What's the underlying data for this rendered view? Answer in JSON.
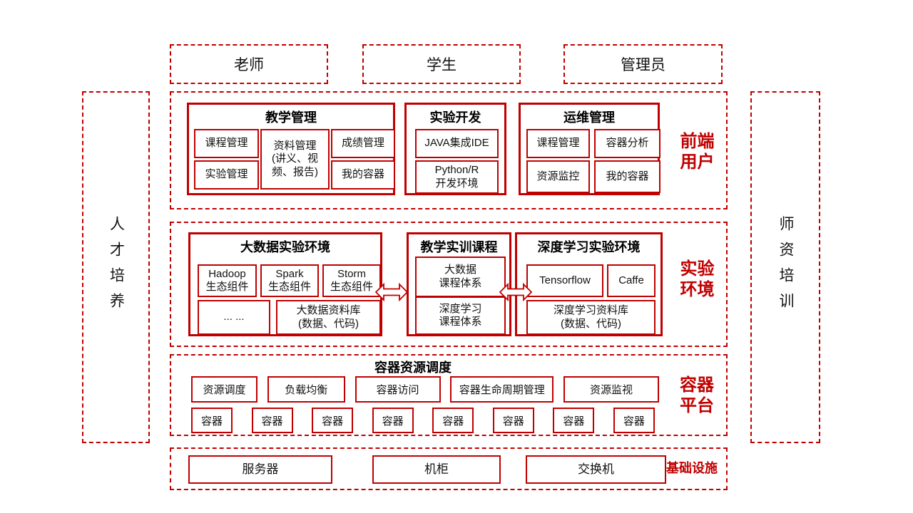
{
  "colors": {
    "accent": "#C00000",
    "text": "#111111"
  },
  "actors": {
    "teacher": "老师",
    "student": "学生",
    "admin": "管理员"
  },
  "side": {
    "left": "人才培养",
    "right": "师资培训"
  },
  "frontend": {
    "label": "前端\n用户",
    "teaching": {
      "title": "教学管理",
      "course": "课程管理",
      "material": "资料管理\n(讲义、视\n频、报告)",
      "grade": "成绩管理",
      "experiment": "实验管理",
      "my_container": "我的容器"
    },
    "dev": {
      "title": "实验开发",
      "java_ide": "JAVA集成IDE",
      "python_env": "Python/R\n开发环境"
    },
    "ops": {
      "title": "运维管理",
      "course": "课程管理",
      "container_analysis": "容器分析",
      "resource_monitor": "资源监控",
      "my_container": "我的容器"
    }
  },
  "lab": {
    "label": "实验\n环境",
    "bigdata": {
      "title": "大数据实验环境",
      "hadoop": "Hadoop\n生态组件",
      "spark": "Spark\n生态组件",
      "storm": "Storm\n生态组件",
      "more": "... ...",
      "library": "大数据资料库\n(数据、代码)"
    },
    "courses": {
      "title": "教学实训课程",
      "bigdata_course": "大数据\n课程体系",
      "deep_course": "深度学习\n课程体系"
    },
    "deep": {
      "title": "深度学习实验环境",
      "tensorflow": "Tensorflow",
      "caffe": "Caffe",
      "library": "深度学习资料库\n(数据、代码)"
    }
  },
  "platform": {
    "label": "容器\n平台",
    "title": "容器资源调度",
    "functions": [
      "资源调度",
      "负载均衡",
      "容器访问",
      "容器生命周期管理",
      "资源监视"
    ],
    "containers": [
      "容器",
      "容器",
      "容器",
      "容器",
      "容器",
      "容器",
      "容器",
      "容器"
    ]
  },
  "infra": {
    "label": "基础设施",
    "items": [
      "服务器",
      "机柜",
      "交换机"
    ]
  }
}
